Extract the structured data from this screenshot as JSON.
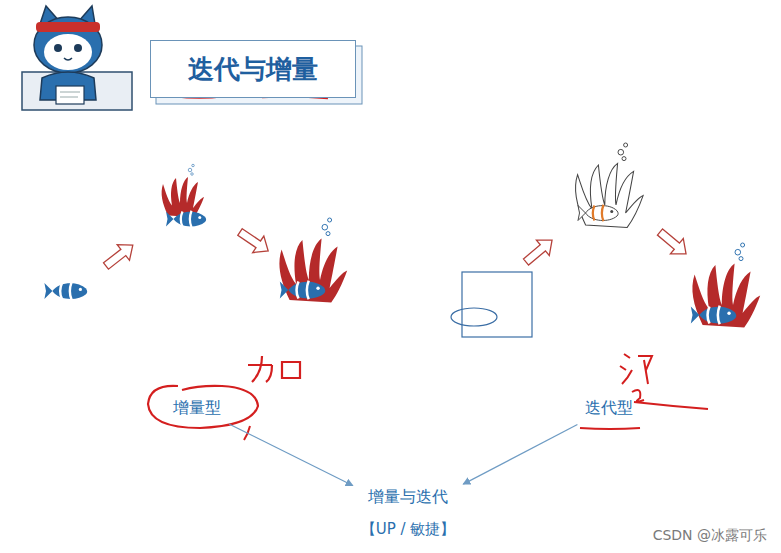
{
  "diagram": {
    "title": "迭代与增量",
    "nodes": [
      {
        "text": [
          "增量型"
        ]
      },
      {
        "text": [
          "迭代型"
        ]
      },
      {
        "text": [
          "增量与迭代",
          "【UP / 敏捷】"
        ]
      }
    ],
    "edges": [
      {
        "from": 0,
        "to": 2,
        "arrow": "to"
      },
      {
        "from": 1,
        "to": 2,
        "arrow": "to"
      }
    ],
    "labels": [
      "CSDN @冰露可乐"
    ]
  }
}
